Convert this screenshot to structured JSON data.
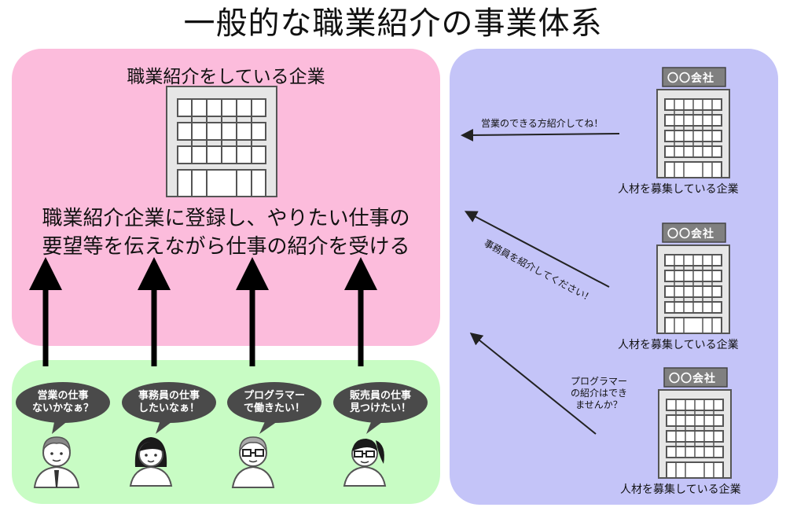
{
  "title": "一般的な職業紹介の事業体系",
  "agency": {
    "caption": "職業紹介をしている企業",
    "description_line1": "職業紹介企業に登録し、やりたい仕事の",
    "description_line2": "要望等を伝えながら仕事の紹介を受ける"
  },
  "seekers": [
    {
      "line1": "営業の仕事",
      "line2": "ないかなぁ？"
    },
    {
      "line1": "事務員の仕事",
      "line2": "したいなぁ！"
    },
    {
      "line1": "プログラマー",
      "line2": "で働きたい！"
    },
    {
      "line1": "販売員の仕事",
      "line2": "見つけたい！"
    }
  ],
  "companies": [
    {
      "sign": "〇〇会社",
      "label": "人材を募集している企業",
      "request": "営業のできる方紹介してね！"
    },
    {
      "sign": "〇〇会社",
      "label": "人材を募集している企業",
      "request": "事務員を紹介してください！"
    },
    {
      "sign": "〇〇会社",
      "label": "人材を募集している企業",
      "request_line1": "プログラマー",
      "request_line2": "の紹介はでき",
      "request_line3": "ませんか？"
    }
  ],
  "colors": {
    "agency_panel": "#fcbcdc",
    "seeker_panel": "#c8fcc4",
    "company_panel": "#c4c4f8",
    "building": "#808080",
    "bubble": "#4a4a4a"
  }
}
